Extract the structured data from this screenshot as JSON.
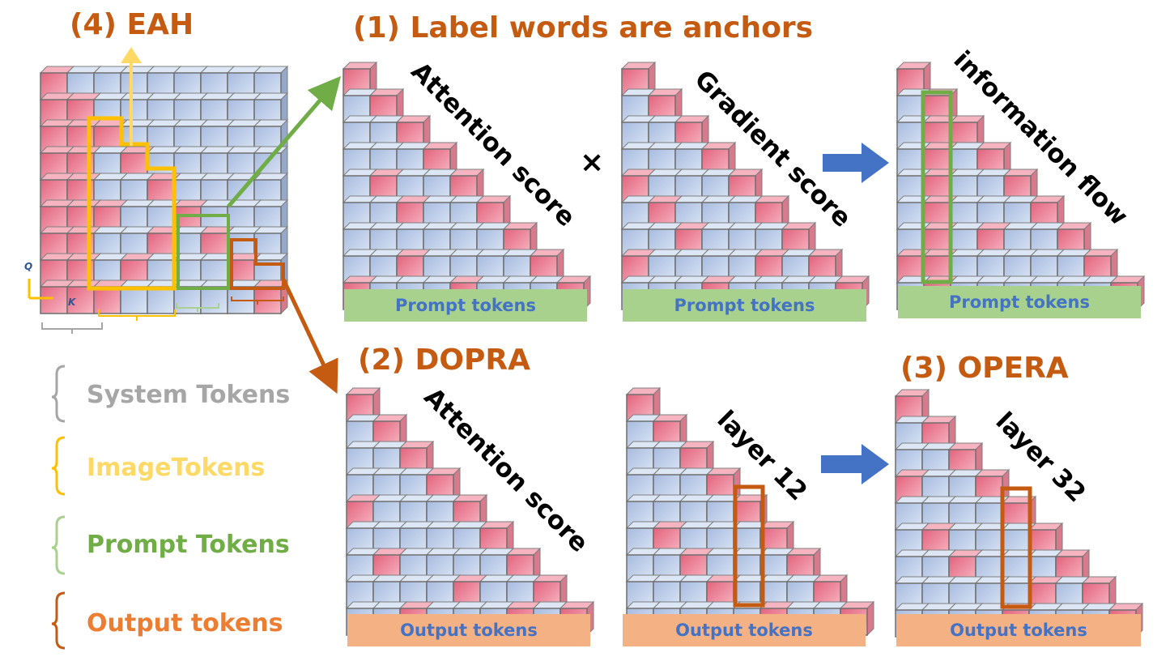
{
  "titles": {
    "eah": "(4) EAH",
    "label_words": "(1) Label words are anchors",
    "dopra": "(2) DOPRA",
    "opera": "(3) OPERA"
  },
  "rotated_labels": {
    "attention_score": "Attention score",
    "gradient_score": "Gradient score",
    "information_flow": "information flow",
    "attention_score_2": "Attention score",
    "layer_12": "layer 12",
    "layer_32": "layer 32"
  },
  "operator": "×",
  "bars": {
    "prompt_1": "Prompt tokens",
    "prompt_2": "Prompt tokens",
    "prompt_3": "Prompt tokens",
    "output_1": "Output tokens",
    "output_2": "Output tokens",
    "output_3": "Output tokens"
  },
  "legend": {
    "system": "System Tokens",
    "image": "ImageTokens",
    "prompt": "Prompt Tokens",
    "output": "Output tokens"
  },
  "axis": {
    "q": "Q",
    "k": "K"
  },
  "colors": {
    "title": "#c55a11",
    "pink_cell": "#f4a0b0",
    "blue_cell": "#b4c7e7",
    "system": "#a6a6a6",
    "image": "#ffc000",
    "prompt": "#70ad47",
    "output": "#c55a11",
    "arrow_blue": "#4472c4"
  }
}
